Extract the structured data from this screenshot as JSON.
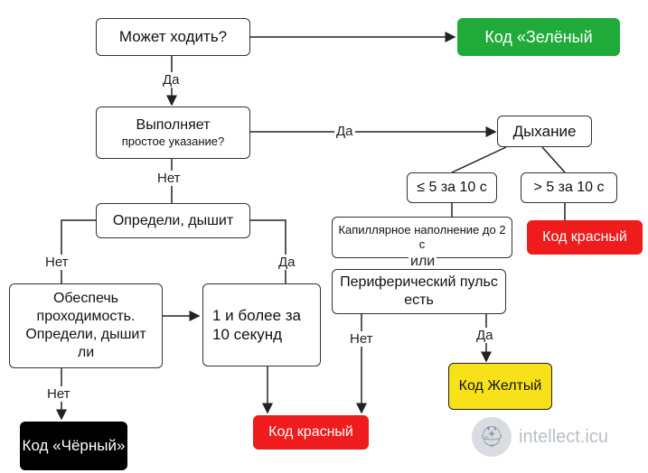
{
  "nodes": {
    "can_walk": "Может ходить?",
    "code_green": "Код «Зелёный",
    "simple_cmd_1": "Выполняет",
    "simple_cmd_2": "простое указание?",
    "breathing": "Дыхание",
    "le5": "≤ 5 за 10 с",
    "gt5": "> 5 за 10 с",
    "code_red_right": "Код красный",
    "determine": "Определи, дышит",
    "capillary": "Капиллярное наполнение до 2 с",
    "ili": "или",
    "peripheral": "Периферический пульс есть",
    "airway": "Обеспечь проходимость. Определи, дышит ли",
    "one_more": "1 и более за 10 секунд",
    "code_yellow": "Код Желтый",
    "code_black": "Код «Чёрный»",
    "code_red_bottom": "Код красный"
  },
  "labels": {
    "yes": "Да",
    "no": "Нет"
  },
  "watermark": "intellect.icu",
  "colors": {
    "green": "#1faa3a",
    "red": "#ee1c1c",
    "yellow": "#f7e21a",
    "black": "#000000"
  }
}
